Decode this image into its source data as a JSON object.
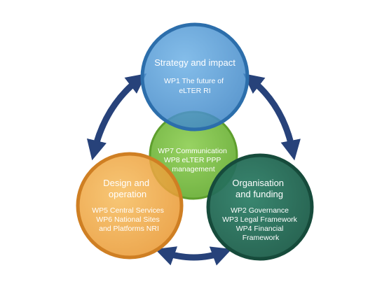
{
  "colors": {
    "arrow": "#27427a",
    "top_fill": "#4a97d3",
    "top_ring": "#2c6eab",
    "center_fill": "#72b93a",
    "center_ring": "#5e9f2d",
    "left_fill": "#eea23c",
    "left_ring": "#cf7f23",
    "right_fill": "#226b55",
    "right_ring": "#164b3b"
  },
  "circles": {
    "top": {
      "title": [
        "Strategy and impact"
      ],
      "body": [
        "WP1 The future of",
        "eLTER RI"
      ]
    },
    "center": {
      "title": [],
      "body": [
        "WP7 Communication",
        "WP8 eLTER PPP",
        "management"
      ]
    },
    "left": {
      "title": [
        "Design and",
        "operation"
      ],
      "body": [
        "WP5 Central Services",
        "WP6 National Sites",
        "and Platforms NRI"
      ]
    },
    "right": {
      "title": [
        "Organisation",
        "and funding"
      ],
      "body": [
        "WP2 Governance",
        "WP3 Legal Framework",
        "WP4 Financial",
        "Framework"
      ]
    }
  }
}
